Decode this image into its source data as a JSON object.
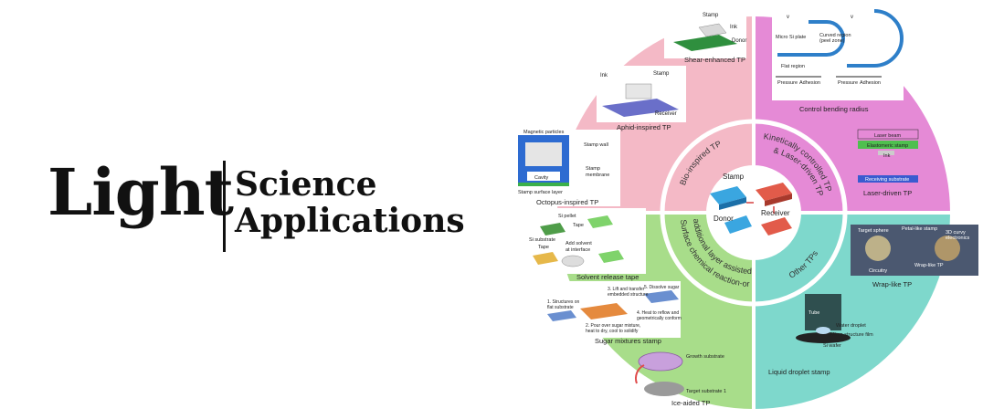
{
  "logo": {
    "word1": "Light",
    "word2": "Science",
    "word3": "Applications"
  },
  "wheel": {
    "center": {
      "stamp": "Stamp",
      "donor": "Donor",
      "receiver": "Receiver"
    },
    "ring": {
      "bio": "Bio-inspired TP",
      "kin1": "Kinetically controlled TP",
      "kin2": "& Laser-driven TP",
      "surf1": "Surface chemical reaction-or",
      "surf2": "additional layer assisted TP",
      "other": "Other TPs"
    },
    "panels": {
      "shear": {
        "title": "Shear-enhanced TP",
        "stamp": "Stamp",
        "ink": "Ink",
        "donor": "Donor"
      },
      "aphid": {
        "title": "Aphid-inspired TP",
        "ink": "Ink",
        "stamp": "Stamp",
        "receiver": "Receiver"
      },
      "octopus": {
        "title": "Octopus-inspired TP",
        "magnetic": "Magnetic particles",
        "stamp_wall": "Stamp wall",
        "cavity": "Cavity",
        "membrane1": "Stamp",
        "membrane2": "membrane",
        "surface": "Stamp surface layer"
      },
      "solvent": {
        "title": "Solvent release tape",
        "si_pellet": "Si pellet",
        "tape": "Tape",
        "si_substrate": "Si substrate",
        "tape2": "Tape",
        "add1": "Add solvent",
        "add2": "at interface"
      },
      "sugar": {
        "title": "Sugar mixtures stamp",
        "step3a": "3. Lift and transfer",
        "step3b": "embedded structure",
        "step5": "5. Dissolve sugar",
        "step1a": "1. Structures on",
        "step1b": "flat substrate",
        "step4a": "4. Heat to reflow and",
        "step4b": "geometrically conform",
        "step2a": "2. Pour over sugar mixture,",
        "step2b": "heat to dry, cool to solidify"
      },
      "ice": {
        "title": "Ice-aided TP",
        "growth": "Growth substrate",
        "target": "Target substrate 1"
      },
      "liquid": {
        "title": "Liquid droplet stamp",
        "tube": "Tube",
        "water": "Water droplet",
        "micro": "Micro-structure film",
        "wafer": "Si wafer"
      },
      "wrap": {
        "title": "Wrap-like TP",
        "target": "Target sphere",
        "petal": "Petal-like stamp",
        "curvy1": "3D curvy",
        "curvy2": "electronics",
        "circuitry": "Circuitry",
        "wrap": "Wrap-like TP"
      },
      "laser": {
        "title": "Laser-driven TP",
        "beam": "Laser beam",
        "elasto": "Elastomeric stamp",
        "ink": "Ink",
        "receiving": "Receiving substrate"
      },
      "bending": {
        "title": "Control bending radius",
        "v1": "v",
        "v2": "v",
        "micro": "Micro Si plate",
        "curved1": "Curved region",
        "curved2": "(peel zone)",
        "flat": "Flat region",
        "pressure1": "Pressure",
        "adhesion1": "Adhesion",
        "pressure2": "Pressure",
        "adhesion2": "Adhesion"
      }
    },
    "colors": {
      "pink": "#f4b9c6",
      "magenta": "#e58ad6",
      "teal": "#7ed8cc",
      "green": "#a8dd8a",
      "ring_inner": "#ffffff"
    }
  }
}
